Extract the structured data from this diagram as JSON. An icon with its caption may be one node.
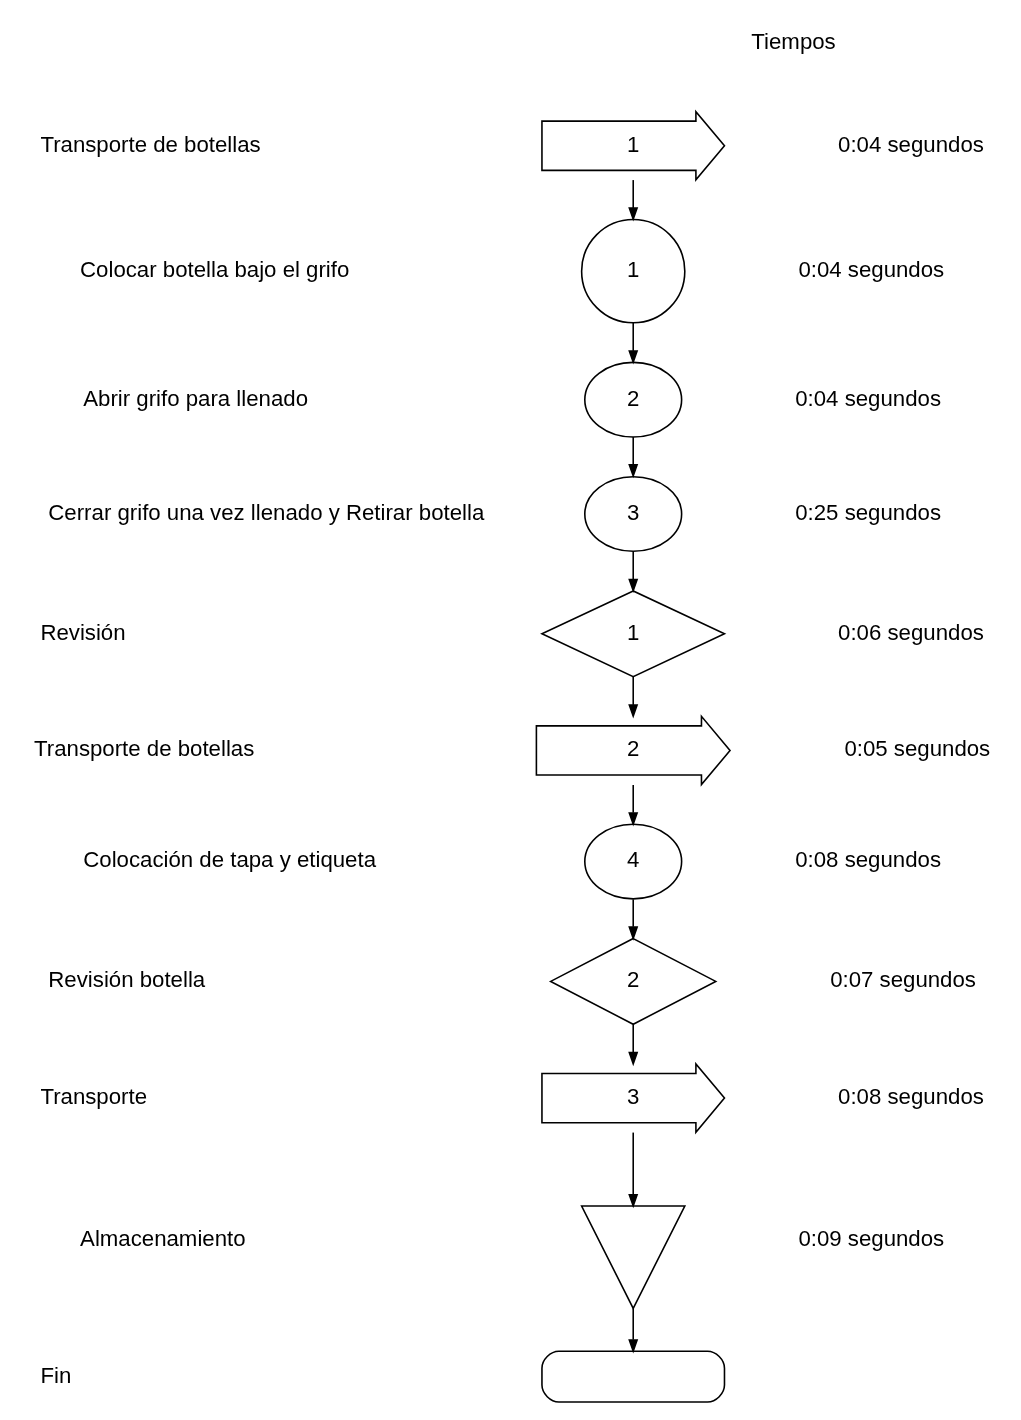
{
  "diagram": {
    "nodes": [
      {
        "text": [
          "1"
        ]
      },
      {
        "text": [
          "1"
        ]
      },
      {
        "text": [
          "2"
        ]
      },
      {
        "text": [
          "3"
        ]
      },
      {
        "text": [
          "1"
        ]
      },
      {
        "text": [
          "2"
        ]
      },
      {
        "text": [
          "4"
        ]
      },
      {
        "text": [
          "2"
        ]
      },
      {
        "text": [
          "3"
        ]
      },
      {
        "text": [],
        "shape": "triangle"
      },
      {
        "text": [],
        "shape": "box"
      }
    ],
    "edges": [
      {
        "from": 0,
        "to": 1,
        "arrow": "to"
      },
      {
        "from": 1,
        "to": 2,
        "arrow": "to"
      },
      {
        "from": 2,
        "to": 3,
        "arrow": "to"
      },
      {
        "from": 3,
        "to": 4,
        "arrow": "to"
      },
      {
        "from": 4,
        "to": 5,
        "arrow": "to"
      },
      {
        "from": 5,
        "to": 6,
        "arrow": "to"
      },
      {
        "from": 6,
        "to": 7,
        "arrow": "to"
      },
      {
        "from": 7,
        "to": 8,
        "arrow": "to"
      },
      {
        "from": 8,
        "to": 9,
        "arrow": "to"
      },
      {
        "from": 9,
        "to": 10,
        "arrow": "to"
      }
    ],
    "labels": [
      "Tiempos",
      "Transporte de botellas",
      "0:04 segundos",
      "Colocar botella bajo el grifo",
      "0:04 segundos",
      "Abrir grifo para llenado",
      "0:04 segundos",
      "Cerrar grifo una vez llenado y Retirar botella",
      "0:25 segundos",
      "Revisión",
      "0:06 segundos",
      "Transporte de botellas",
      "0:05 segundos",
      "Colocación de tapa y etiqueta",
      "0:08 segundos",
      "Revisión botella",
      "0:07 segundos",
      "Transporte",
      "0:08 segundos",
      "Almacenamiento",
      "0:09 segundos",
      "Fin"
    ]
  }
}
